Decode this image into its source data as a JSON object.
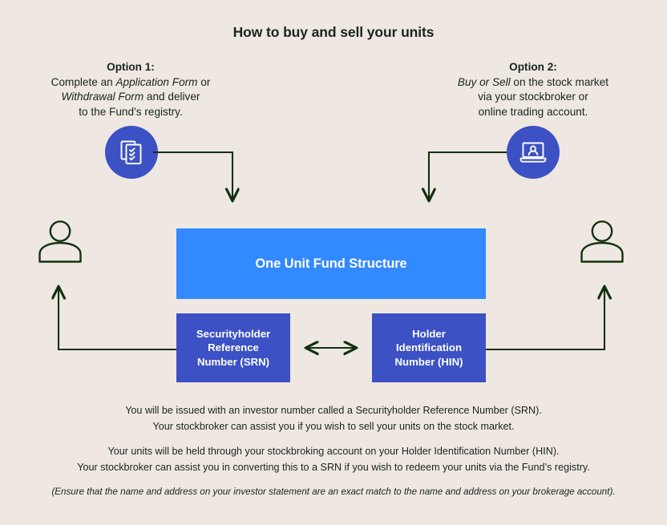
{
  "diagram": {
    "title": "How to buy and sell your units",
    "background_color": "#efe7e2",
    "accent_primary": "#3389fe",
    "accent_secondary": "#3b51c4",
    "line_color": "#10300f",
    "text_color": "#17261d"
  },
  "options": {
    "left": {
      "heading": "Option 1:",
      "line1_pre": "Complete an ",
      "line1_em": "Application Form",
      "line1_post": " or",
      "line2_em": "Withdrawal Form",
      "line2_post": " and deliver",
      "line3": "to the Fund’s registry.",
      "icon": "checklist-documents-icon"
    },
    "right": {
      "heading": "Option 2:",
      "line1_em": "Buy or Sell",
      "line1_post": " on the stock market",
      "line2": "via your stockbroker or",
      "line3": "online trading account.",
      "icon": "laptop-person-icon"
    }
  },
  "actors": {
    "left_person_icon": "person-icon",
    "right_person_icon": "person-icon"
  },
  "boxes": {
    "main": {
      "label": "One Unit Fund Structure",
      "color": "#3389fe"
    },
    "srn": {
      "line1": "Securityholder",
      "line2": "Reference",
      "line3": "Number (SRN)",
      "color": "#3b51c4"
    },
    "hin": {
      "line1": "Holder",
      "line2": "Identification",
      "line3": "Number (HIN)",
      "color": "#3b51c4"
    }
  },
  "connector": {
    "srn_hin_relation": "double-headed-arrow"
  },
  "notes": {
    "note1_line1": "You will be issued with an investor number called a Securityholder Reference Number (SRN).",
    "note1_line2": "Your stockbroker can assist you if you wish to sell your units on the stock market.",
    "note2_line1": "Your units will be held through your stockbroking account on your Holder Identification Number (HIN).",
    "note2_line2": "Your stockbroker can assist you in converting this to a SRN if you wish to redeem your units via the Fund’s registry.",
    "note3": "(Ensure that the name and address on your investor statement are an exact match to the name and address on your brokerage account)."
  }
}
